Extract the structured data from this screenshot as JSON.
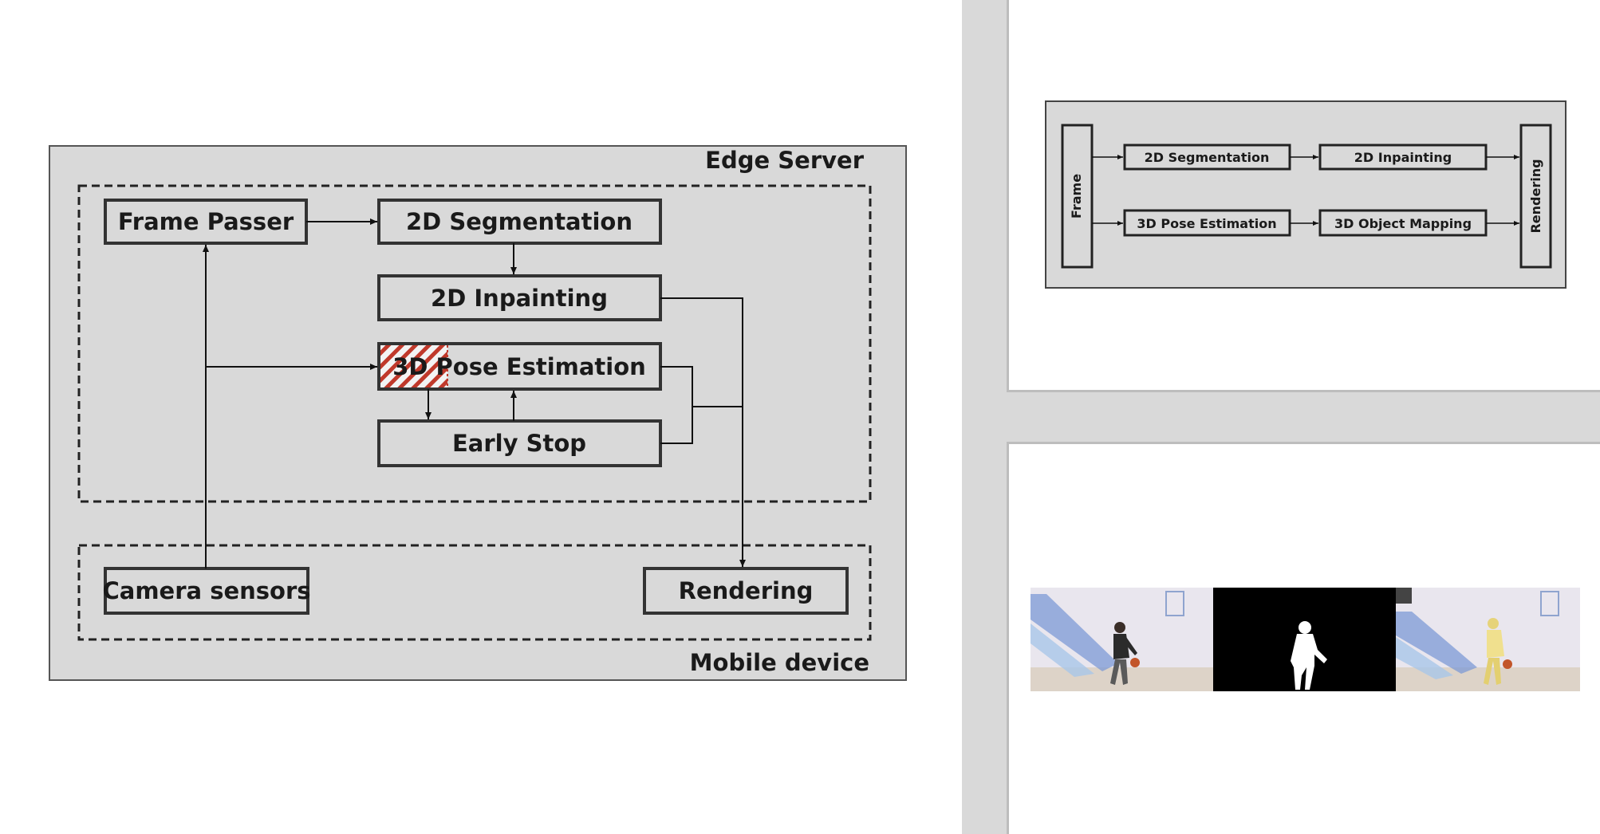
{
  "left_diagram": {
    "server_label": "Edge Server",
    "mobile_label": "Mobile device",
    "boxes": {
      "frame_passer": "Frame Passer",
      "seg2d": "2D Segmentation",
      "inpaint2d": "2D Inpainting",
      "pose3d": "3D Pose Estimation",
      "early_stop": "Early Stop",
      "camera": "Camera sensors",
      "rendering": "Rendering"
    }
  },
  "right_top_diagram": {
    "frame": "Frame",
    "seg2d": "2D Segmentation",
    "inpaint2d": "2D Inpainting",
    "pose3d": "3D Pose Estimation",
    "mapping3d": "3D Object Mapping",
    "rendering": "Rendering"
  },
  "right_bottom_images": [
    {
      "name": "original-frame",
      "desc_color": "#e6e3ea"
    },
    {
      "name": "segmentation-mask",
      "desc_color": "#000000"
    },
    {
      "name": "rendered-frame",
      "desc_color": "#e6e3ea"
    }
  ],
  "colors": {
    "panel_gray": "#d9d9d9",
    "box_border": "#333333",
    "hatch_red": "#c0392b"
  }
}
